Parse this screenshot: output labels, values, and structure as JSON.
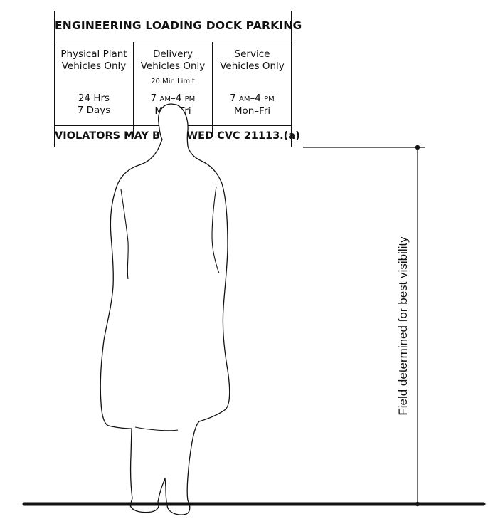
{
  "sign": {
    "title": "ENGINEERING LOADING DOCK PARKING",
    "columns": [
      {
        "heading_line1": "Physical Plant",
        "heading_line2": "Vehicles Only",
        "note": "",
        "time_line1": "24 Hrs",
        "time_line2": "7 Days"
      },
      {
        "heading_line1": "Delivery",
        "heading_line2": "Vehicles Only",
        "note": "20 Min Limit",
        "time_start": "7",
        "time_start_suffix": "AM",
        "time_end": "–4",
        "time_end_suffix": "PM",
        "time_line2": "Mon–Fri"
      },
      {
        "heading_line1": "Service",
        "heading_line2": "Vehicles Only",
        "note": "",
        "time_start": "7",
        "time_start_suffix": "AM",
        "time_end": "–4",
        "time_end_suffix": "PM",
        "time_line2": "Mon–Fri"
      }
    ],
    "footer": "VIOLATORS MAY BE TOWED CVC 21113.(a)"
  },
  "dimension_label": "Field determined for best visibility",
  "colors": {
    "ink": "#111111",
    "background": "#ffffff"
  }
}
